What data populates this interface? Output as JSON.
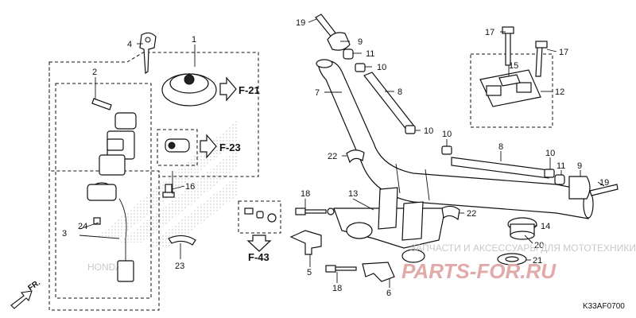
{
  "logo": {
    "text": "HONDA"
  },
  "refs": {
    "f21": "F-21",
    "f23": "F-23",
    "f43": "F-43"
  },
  "direction": {
    "front": "FR."
  },
  "diagram": {
    "code": "K33AF0700"
  },
  "watermark": {
    "text": "ЗАПЧАСТИ И АКСЕССУАРЫ ДЛЯ МОТОТЕХНИКИ",
    "logo": "PARTS-FOR.RU"
  },
  "callouts": {
    "c1": "1",
    "c2": "2",
    "c3": "3",
    "c4": "4",
    "c5": "5",
    "c6": "6",
    "c7": "7",
    "c8a": "8",
    "c8b": "8",
    "c9a": "9",
    "c9b": "9",
    "c10a": "10",
    "c10b": "10",
    "c10c": "10",
    "c10d": "10",
    "c11a": "11",
    "c11b": "11",
    "c12": "12",
    "c13": "13",
    "c14": "14",
    "c15": "15",
    "c16": "16",
    "c17a": "17",
    "c17b": "17",
    "c18a": "18",
    "c18b": "18",
    "c19a": "19",
    "c19b": "19",
    "c20": "20",
    "c21": "21",
    "c22a": "22",
    "c22b": "22",
    "c23": "23",
    "c24": "24"
  }
}
